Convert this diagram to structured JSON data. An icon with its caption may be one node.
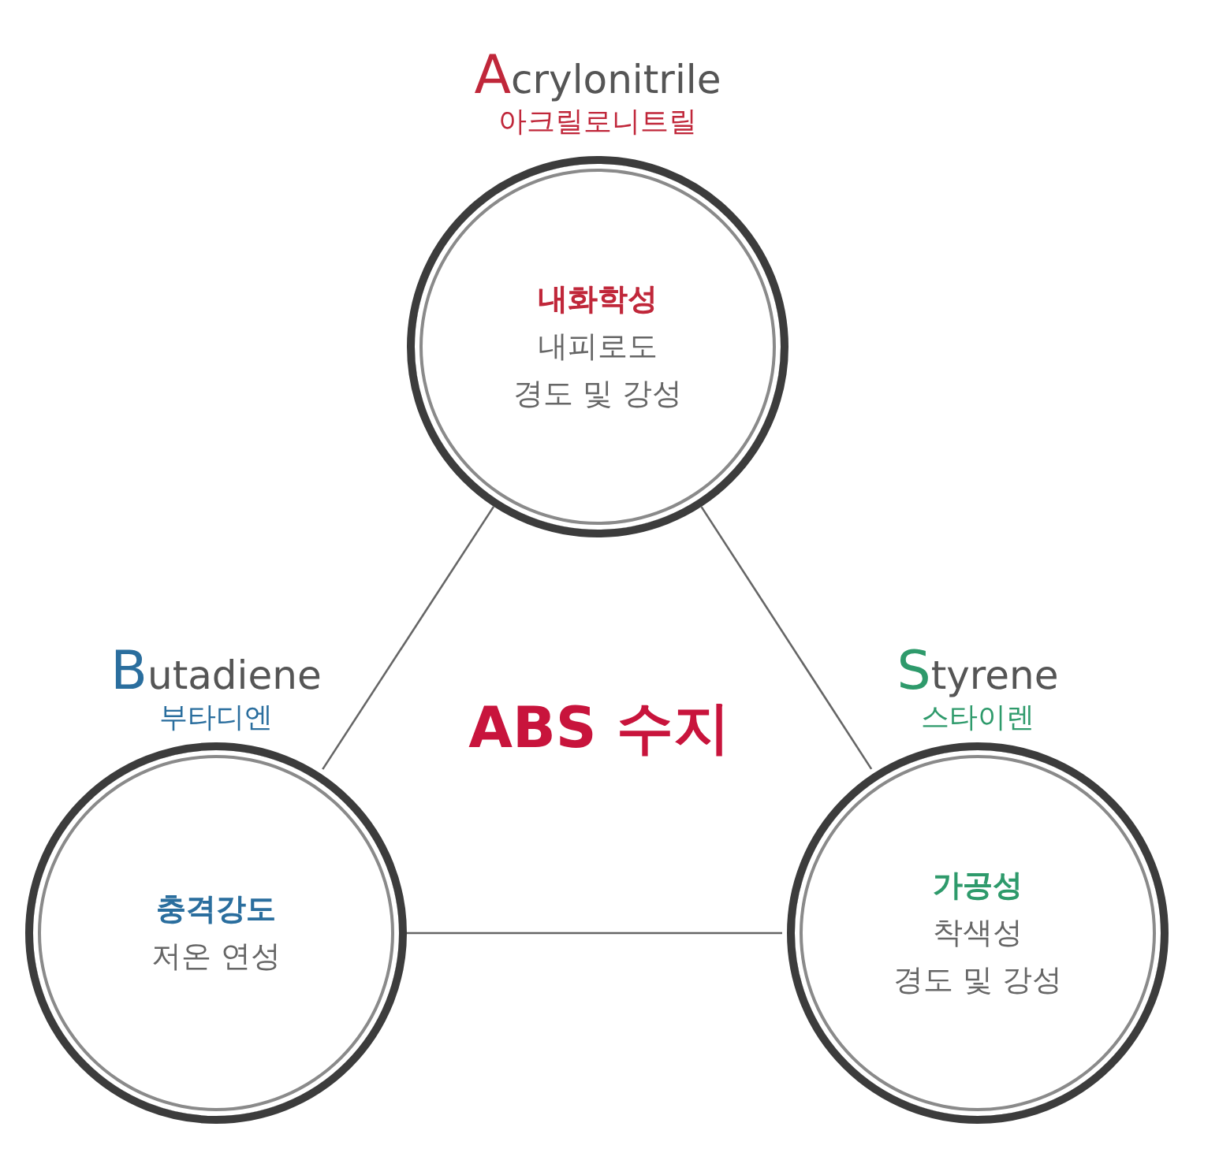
{
  "diagram": {
    "nodes": [
      {
        "text": [
          "Acrylonitrile",
          "아크릴로니트릴",
          "내화학성",
          "내피로도",
          "경도 및 강성"
        ]
      },
      {
        "text": [
          "Butadiene",
          "부타디엔",
          "충격강도",
          "저온 연성"
        ]
      },
      {
        "text": [
          "Styrene",
          "스타이렌",
          "가공성",
          "착색성",
          "경도 및 강성"
        ]
      }
    ],
    "edges": [
      {
        "from": 0,
        "to": 1,
        "arrow": "none"
      },
      {
        "from": 0,
        "to": 2,
        "arrow": "none"
      },
      {
        "from": 1,
        "to": 2,
        "arrow": "none"
      }
    ],
    "labels": [
      "ABS 수지"
    ]
  }
}
